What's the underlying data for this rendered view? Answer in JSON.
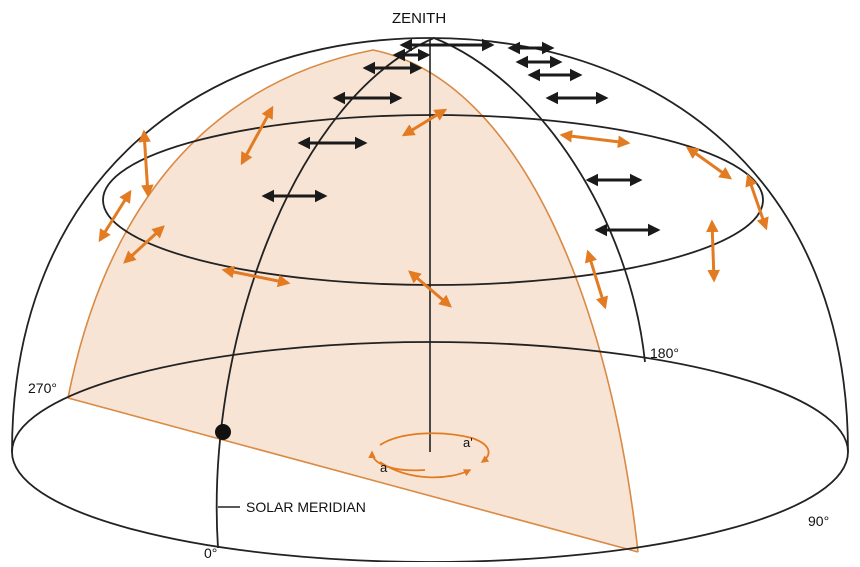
{
  "labels": {
    "zenith": "ZENITH",
    "solar_meridian": "SOLAR MERIDIAN",
    "deg_0": "0°",
    "deg_90": "90°",
    "deg_180": "180°",
    "deg_270": "270°",
    "angle_a": "a",
    "angle_a_prime": "a'"
  },
  "colors": {
    "outline": "#222222",
    "plane_fill": "#f7dfcc",
    "plane_edge": "#d98a45",
    "orange_arrow": "#e27b22",
    "black_arrow": "#1a1a1a",
    "sun_point": "#111111"
  }
}
